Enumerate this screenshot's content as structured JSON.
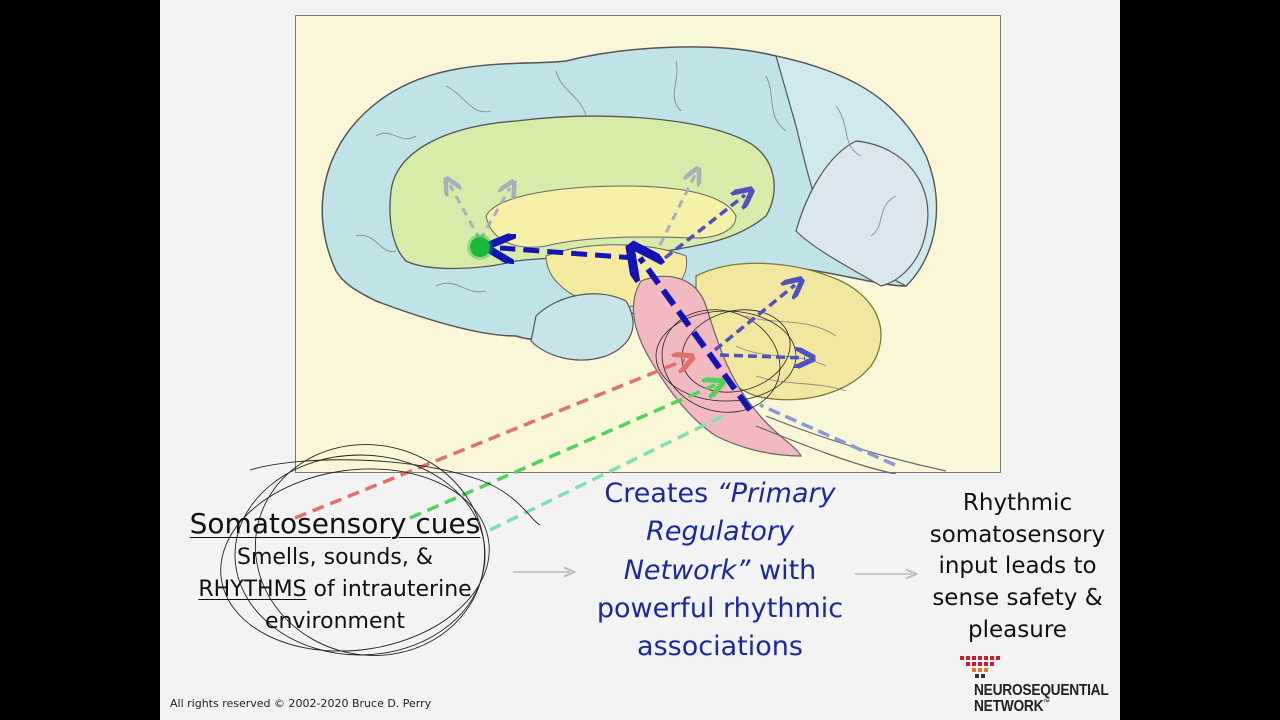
{
  "left_block": {
    "title": "Somatosensory cues",
    "line1": "Smells, sounds, &",
    "rhythms_word": "RHYTHMS",
    "line2_rest": " of intrauterine",
    "line3": "environment"
  },
  "middle_block": {
    "creates": "Creates ",
    "quote": "“Primary Regulatory Network”",
    "quote_line1": "“Primary",
    "quote_line2": "Regulatory",
    "quote_line3": "Network”",
    "with": " with",
    "line4": "powerful rhythmic",
    "line5": "associations"
  },
  "right_block": {
    "line1": "Rhythmic",
    "line2": "somatosensory",
    "line3": "input leads to",
    "line4": "sense safety &",
    "line5": "pleasure"
  },
  "copyright": "All rights reserved © 2002-2020 Bruce D. Perry",
  "logo": {
    "line1": "NEUROSEQUENTIAL",
    "line2": "NETWORK",
    "tm": "™"
  },
  "colors": {
    "slide_bg": "#f3f3f3",
    "figure_bg": "#faf6d8",
    "blue_text": "#1a2a9c",
    "arrow_blue": "#1414b4",
    "arrow_red": "#e0706a",
    "arrow_green": "#4fd35a",
    "arrow_light_green": "#7fe0b0",
    "dot_green": "#19b83a"
  }
}
